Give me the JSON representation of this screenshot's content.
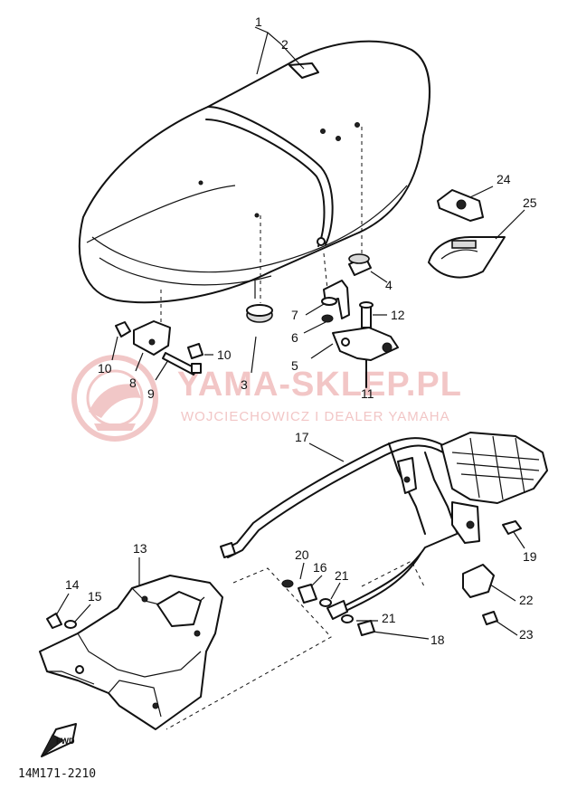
{
  "watermark": {
    "title": "YAMA-SKLEP.PL",
    "subtitle": "WOJCIECHOWICZ I DEALER YAMAHA",
    "logo_color": "#e9a3a3"
  },
  "diagram_code": "14M171-2210",
  "fwd_label": "FWD",
  "callouts": [
    {
      "n": "1"
    },
    {
      "n": "2"
    },
    {
      "n": "3"
    },
    {
      "n": "4"
    },
    {
      "n": "5"
    },
    {
      "n": "6"
    },
    {
      "n": "7"
    },
    {
      "n": "8"
    },
    {
      "n": "9"
    },
    {
      "n": "10"
    },
    {
      "n": "10"
    },
    {
      "n": "11"
    },
    {
      "n": "12"
    },
    {
      "n": "13"
    },
    {
      "n": "14"
    },
    {
      "n": "15"
    },
    {
      "n": "16"
    },
    {
      "n": "17"
    },
    {
      "n": "18"
    },
    {
      "n": "19"
    },
    {
      "n": "20"
    },
    {
      "n": "21"
    },
    {
      "n": "21"
    },
    {
      "n": "22"
    },
    {
      "n": "23"
    },
    {
      "n": "24"
    },
    {
      "n": "25"
    }
  ]
}
